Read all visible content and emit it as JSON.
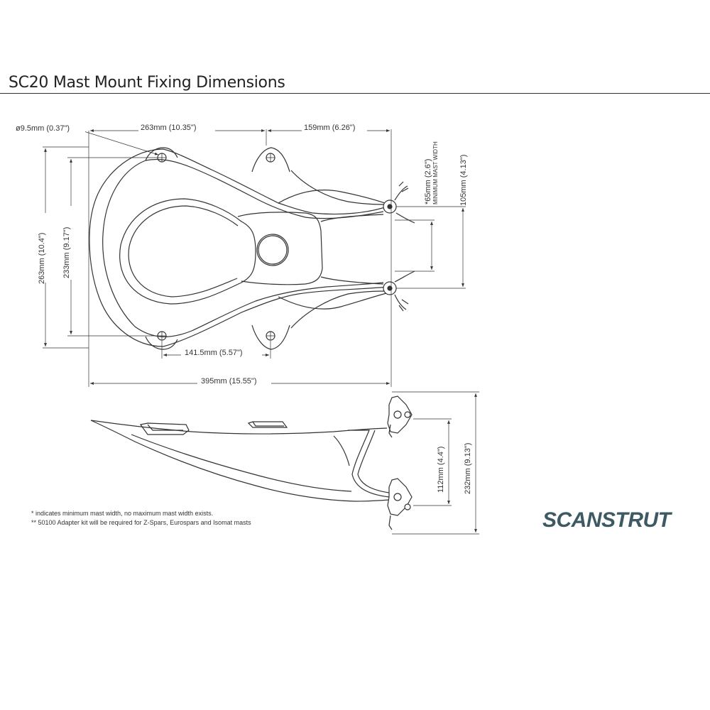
{
  "title": "SC20 Mast Mount Fixing Dimensions",
  "dimensions": {
    "hole_diameter": "ø9.5mm (0.37\")",
    "top_length": "263mm (10.35\")",
    "top_right": "159mm (6.26\")",
    "min_mast": "*65mm (2.6\")",
    "min_mast_caption": "MINIMUM MAST WIDTH",
    "right_height": "105mm (4.13\")",
    "left_outer": "263mm (10.4\")",
    "left_inner": "233mm (9.17\")",
    "hole_spacing": "141.5mm (5.57\")",
    "total_length": "395mm (15.55\")",
    "side_small": "112mm (4.4\")",
    "side_large": "232mm (9.13\")"
  },
  "notes": [
    "* indicates minimum mast width, no maximum mast width exists.",
    "** 50100 Adapter kit will be required for Z-Spars, Eurospars and Isomat masts"
  ],
  "brand": "SCANSTRUT"
}
